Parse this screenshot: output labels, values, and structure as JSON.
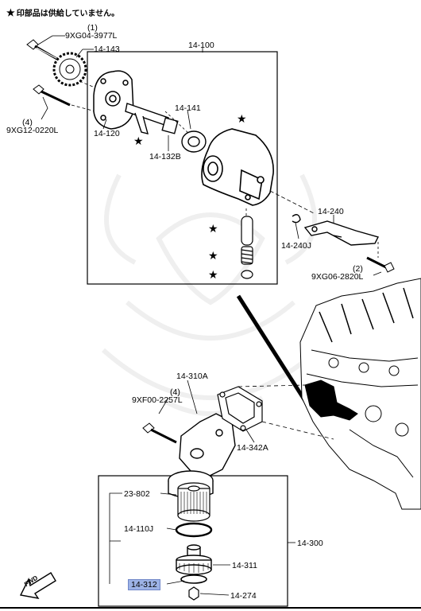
{
  "note": {
    "star": "★",
    "text": "印部品は供給していません。"
  },
  "star_symbol": "★",
  "labels": {
    "p14_100": "14-100",
    "p9xg04_qty": "(1)",
    "p9xg04": "9XG04-3977L",
    "p14_143": "14-143",
    "p9xg12_qty": "(4)",
    "p9xg12": "9XG12-0220L",
    "p14_120": "14-120",
    "p14_141": "14-141",
    "p14_132b": "14-132B",
    "p14_240": "14-240",
    "p14_240j": "14-240J",
    "p9xg06_qty": "(2)",
    "p9xg06": "9XG06-2820L",
    "p14_310a": "14-310A",
    "p9xf00_qty": "(4)",
    "p9xf00": "9XF00-2257L",
    "p14_342a": "14-342A",
    "p23_802": "23-802",
    "p14_110j": "14-110J",
    "p14_300": "14-300",
    "p14_311": "14-311",
    "p14_312": "14-312",
    "p14_274": "14-274",
    "fwd": "FWD"
  },
  "highlight_color": "#9db3e6"
}
